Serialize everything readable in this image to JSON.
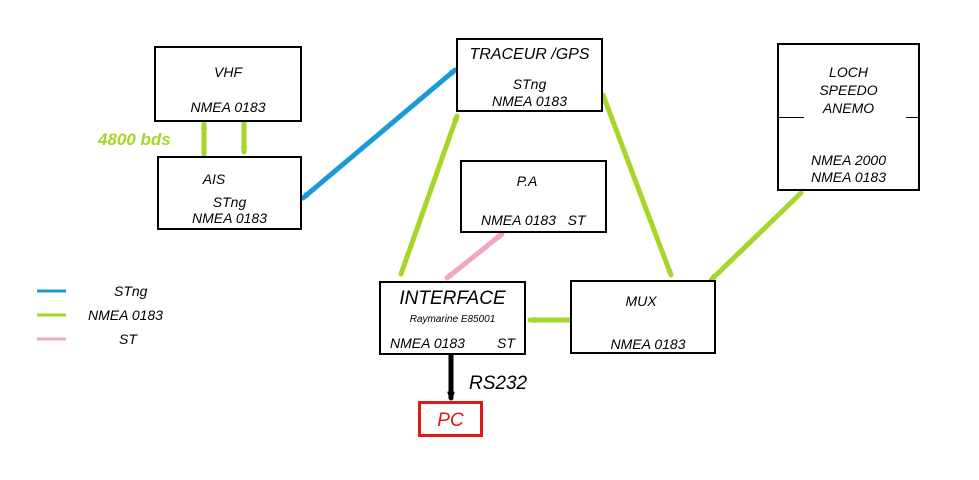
{
  "nodes": {
    "vhf": {
      "title": "VHF",
      "lines": [
        "NMEA 0183"
      ]
    },
    "ais": {
      "title": "AIS",
      "lines": [
        "STng",
        "NMEA 0183"
      ]
    },
    "traceur": {
      "title": "TRACEUR /GPS",
      "lines": [
        "STng",
        "NMEA 0183"
      ]
    },
    "pa": {
      "title": "P.A",
      "lines": [
        "NMEA 0183   ST"
      ]
    },
    "loch": {
      "title_lines": [
        "LOCH",
        "SPEEDO",
        "ANEMO"
      ],
      "lines": [
        "NMEA 2000",
        "NMEA 0183"
      ]
    },
    "mux": {
      "title": "MUX",
      "lines": [
        "NMEA 0183"
      ]
    },
    "interface": {
      "title": "INTERFACE",
      "subtitle": "Raymarine E85001",
      "lines": [
        "NMEA 0183",
        "ST"
      ]
    },
    "pc": {
      "title": "PC"
    }
  },
  "labels": {
    "baud": "4800 bds",
    "rs232": "RS232"
  },
  "legend": [
    {
      "label": "STng",
      "color": "#1a9ad6"
    },
    {
      "label": "NMEA 0183",
      "color": "#a6d62a"
    },
    {
      "label": "ST",
      "color": "#f4a6c0"
    }
  ],
  "colors": {
    "stng": "#1a9ad6",
    "nmea0183": "#a6d62a",
    "st": "#f4a6c0",
    "rs232": "#000000",
    "pc": "#e01818"
  }
}
